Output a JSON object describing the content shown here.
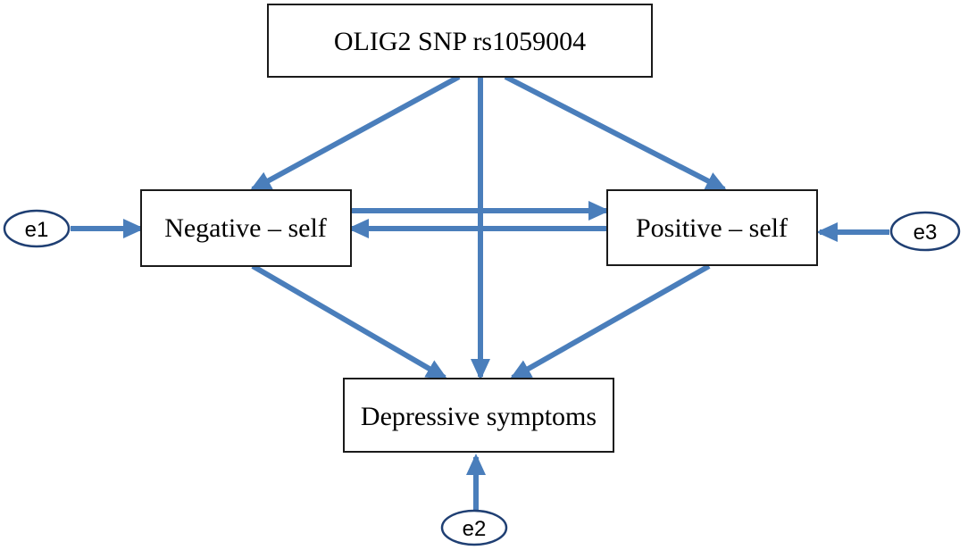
{
  "diagram": {
    "colors": {
      "arrow": "#4a7ebb",
      "box_border": "#1a1a1a",
      "ellipse_border": "#1f3f73"
    },
    "nodes": {
      "snp": {
        "label": "OLIG2 SNP rs1059004"
      },
      "negative": {
        "label": "Negative – self"
      },
      "positive": {
        "label": "Positive – self"
      },
      "depressive": {
        "label": "Depressive symptoms"
      }
    },
    "errors": {
      "e1": {
        "label": "e1"
      },
      "e2": {
        "label": "e2"
      },
      "e3": {
        "label": "e3"
      }
    },
    "paths": [
      {
        "from": "snp",
        "to": "negative"
      },
      {
        "from": "snp",
        "to": "positive"
      },
      {
        "from": "snp",
        "to": "depressive"
      },
      {
        "from": "negative",
        "to": "positive"
      },
      {
        "from": "positive",
        "to": "negative"
      },
      {
        "from": "negative",
        "to": "depressive"
      },
      {
        "from": "positive",
        "to": "depressive"
      },
      {
        "from": "e1",
        "to": "negative"
      },
      {
        "from": "e2",
        "to": "depressive"
      },
      {
        "from": "e3",
        "to": "positive"
      }
    ]
  }
}
